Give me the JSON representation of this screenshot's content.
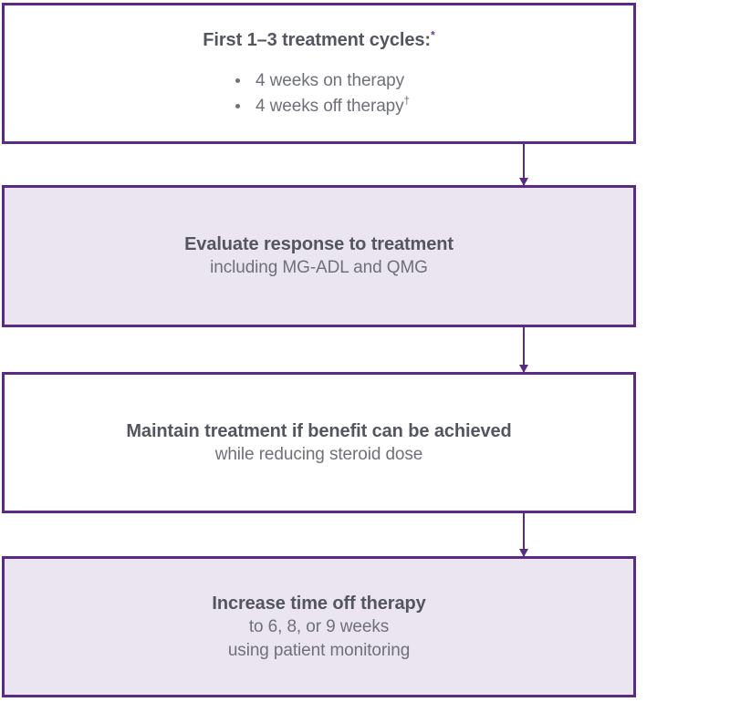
{
  "diagram": {
    "type": "vertical-flowchart",
    "orientation": "top-to-bottom",
    "colors": {
      "border": "#5B2A86",
      "fill_highlight": "#EBE5F2",
      "fill_plain": "#FFFFFF",
      "title_text": "#54565F",
      "body_text": "#6E7177",
      "footnote_mark": "#6B3FA0"
    },
    "nodes": [
      {
        "id": "node-1",
        "fill": "white",
        "title": "First 1–3 treatment cycles:",
        "title_superscript": "*",
        "bullets": [
          {
            "text": "4 weeks on therapy",
            "superscript": ""
          },
          {
            "text": "4 weeks off therapy",
            "superscript": "†"
          }
        ]
      },
      {
        "id": "node-2",
        "fill": "filled",
        "title": "Evaluate response to treatment",
        "lines": [
          "including MG-ADL and QMG"
        ]
      },
      {
        "id": "node-3",
        "fill": "white",
        "title": "Maintain treatment if benefit can be achieved",
        "lines": [
          "while reducing steroid dose"
        ]
      },
      {
        "id": "node-4",
        "fill": "filled",
        "title": "Increase time off therapy",
        "lines": [
          "to 6, 8, or 9 weeks",
          "using patient monitoring"
        ]
      }
    ],
    "connectors": [
      {
        "id": "conn-1",
        "from": "node-1",
        "to": "node-2",
        "icon": "down-arrow-icon"
      },
      {
        "id": "conn-2",
        "from": "node-2",
        "to": "node-3",
        "icon": "down-arrow-icon"
      },
      {
        "id": "conn-3",
        "from": "node-3",
        "to": "node-4",
        "icon": "down-arrow-icon"
      }
    ]
  }
}
